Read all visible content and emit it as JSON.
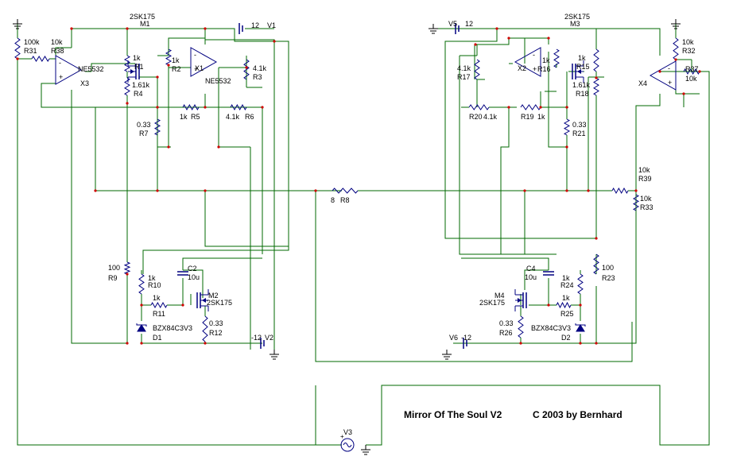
{
  "title": "Mirror Of The Soul V2",
  "copyright": "C 2003 by Bernhard",
  "colors": {
    "wire": "#006a00",
    "component": "#000080",
    "junction": "#d00000",
    "label": "#000000",
    "ground": "#000000"
  },
  "labels": {
    "left": {
      "m1_type": "2SK175",
      "m1": "M1",
      "v1_val": "12",
      "v1": "V1",
      "r31_val": "100k",
      "r31": "R31",
      "r38_val": "10k",
      "r38": "R38",
      "x3_type": "NE5532",
      "x3": "X3",
      "r1_val": "1k",
      "r1": "R1",
      "r4_val": "1.61k",
      "r4": "R4",
      "r2_val": "1k",
      "r2": "R2",
      "x1": "X1",
      "x1_type": "NE5532",
      "r3_val": "4.1k",
      "r3": "R3",
      "r5_val": "1k",
      "r5": "R5",
      "r6_val": "4.1k",
      "r6": "R6",
      "r7_val": "0.33",
      "r7": "R7",
      "c2": "C2",
      "c2_val": "10u",
      "r9_val": "100",
      "r9": "R9",
      "r10_val": "1k",
      "r10": "R10",
      "r11_val": "1k",
      "r11": "R11",
      "m2": "M2",
      "m2_type": "2SK175",
      "r12_val": "0.33",
      "r12": "R12",
      "d1_type": "BZX84C3V3",
      "d1": "D1",
      "v2_val": "-12",
      "v2": "V2"
    },
    "center": {
      "r8_val": "8",
      "r8": "R8",
      "v3": "V3"
    },
    "right": {
      "v5": "V5",
      "v5_val": "12",
      "m3_type": "2SK175",
      "m3": "M3",
      "r17_val": "4.1k",
      "r17": "R17",
      "x2": "X2",
      "r16_val": "1k",
      "r16": "R16",
      "r15_val": "1k",
      "r15": "R15",
      "r18_val": "1.61k",
      "r18": "R18",
      "r32_val": "10k",
      "r32": "R32",
      "r37": "R37",
      "r37_val": "10k",
      "x4": "X4",
      "r20": "R20",
      "r20_val": "4.1k",
      "r19": "R19",
      "r19_val": "1k",
      "r21_val": "0.33",
      "r21": "R21",
      "r39_val": "10k",
      "r39": "R39",
      "r33_val": "10k",
      "r33": "R33",
      "c4": "C4",
      "c4_val": "10u",
      "r23_val": "100",
      "r23": "R23",
      "m4": "M4",
      "m4_type": "2SK175",
      "r24_val": "1k",
      "r24": "R24",
      "r25_val": "1k",
      "r25": "R25",
      "r26_val": "0.33",
      "r26": "R26",
      "d2_type": "BZX84C3V3",
      "d2": "D2",
      "v6": "V6",
      "v6_val": "-12"
    }
  }
}
